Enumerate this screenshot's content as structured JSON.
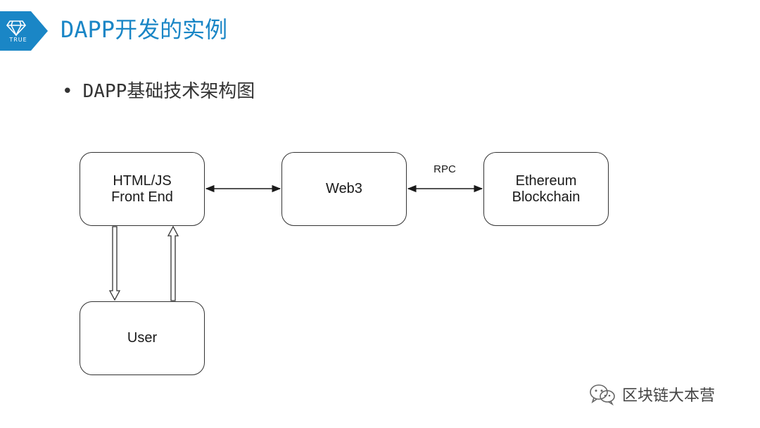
{
  "header": {
    "logo_text": "TRUE",
    "title": "DAPP开发的实例"
  },
  "content": {
    "bullet": "DAPP基础技术架构图"
  },
  "diagram": {
    "nodes": {
      "frontend": "HTML/JS\nFront End",
      "web3": "Web3",
      "ethereum": "Ethereum\nBlockchain",
      "user": "User"
    },
    "edges": {
      "frontend_web3": "",
      "web3_ethereum": "RPC"
    }
  },
  "watermark": {
    "text": "区块链大本营"
  },
  "colors": {
    "brand": "#1a86c6",
    "line": "#333333"
  }
}
